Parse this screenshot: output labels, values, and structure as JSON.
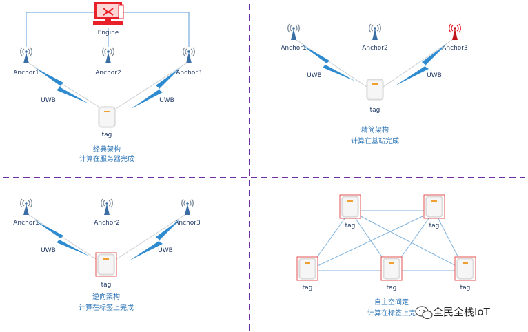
{
  "engine": {
    "label": "Engine"
  },
  "panels": {
    "classic": {
      "anchors": [
        "Anchor1",
        "Anchor2",
        "Anchor3"
      ],
      "uwb": [
        "UWB",
        "UWB"
      ],
      "tag": "tag",
      "caption": [
        "经典架构",
        "计算在服务器完成"
      ]
    },
    "simple": {
      "anchors": [
        "Anchor1",
        "Anchor2",
        "Anchor3"
      ],
      "uwb": [
        "UWB",
        "UWB"
      ],
      "tag": "tag",
      "caption": [
        "精简架构",
        "计算在基站完成"
      ]
    },
    "reverse": {
      "anchors": [
        "Anchor1",
        "Anchor2",
        "Anchor3"
      ],
      "uwb": [
        "UWB",
        "UWB"
      ],
      "tag": "tag",
      "caption": [
        "逆向架构",
        "计算在标签上完成"
      ]
    },
    "autonomous": {
      "tags": [
        "tag",
        "tag",
        "tag",
        "tag",
        "tag"
      ],
      "caption": [
        "自主空间定",
        "计算在标签上完"
      ]
    }
  },
  "watermark": "全民全栈IoT",
  "colors": {
    "label": "#1f3864",
    "caption": "#2e75b6",
    "divider": "#7030a0",
    "bolt": "#2e8bd0",
    "wire": "#5b9bd5",
    "engine": "#e8202a",
    "anchor_red": "#e8202a"
  }
}
